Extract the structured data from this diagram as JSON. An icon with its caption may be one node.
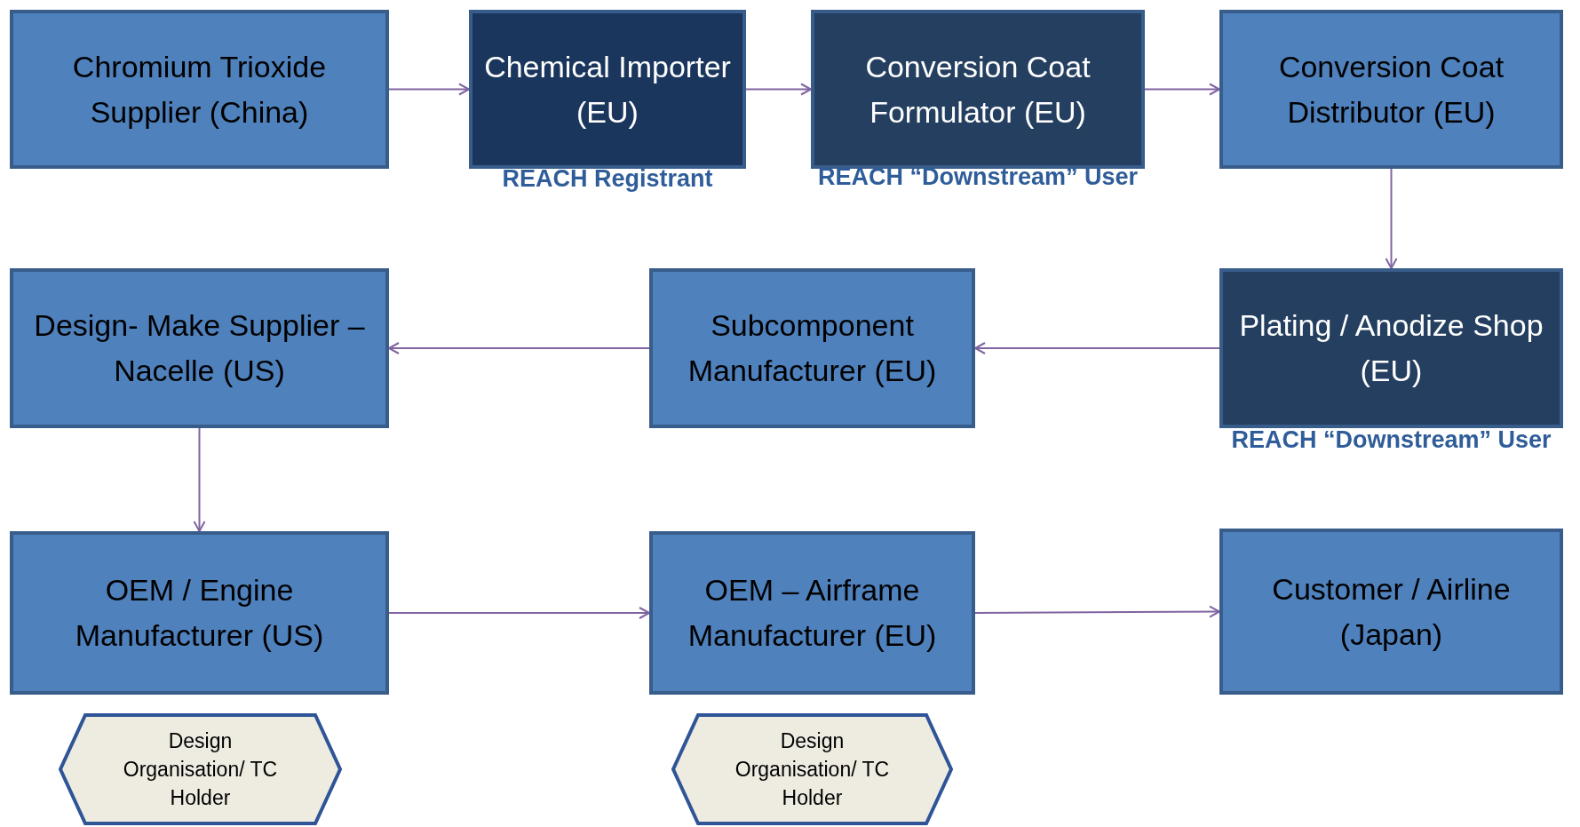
{
  "diagram": {
    "nodes": [
      {
        "text": [
          "Chromium Trioxide Supplier (China)"
        ]
      },
      {
        "text": [
          "Chemical Importer (EU)"
        ],
        "beside": [
          "REACH Registrant"
        ]
      },
      {
        "text": [
          "Conversion Coat Formulator (EU)"
        ],
        "beside": [
          "REACH “Downstream” User"
        ]
      },
      {
        "text": [
          "Conversion Coat Distributor (EU)"
        ]
      },
      {
        "text": [
          "Design- Make Supplier – Nacelle (US)"
        ]
      },
      {
        "text": [
          "Subcomponent Manufacturer (EU)"
        ]
      },
      {
        "text": [
          "Plating / Anodize Shop (EU)"
        ],
        "beside": [
          "REACH “Downstream” User"
        ]
      },
      {
        "text": [
          "OEM / Engine Manufacturer (US)"
        ]
      },
      {
        "text": [
          "OEM – Airframe Manufacturer (EU)"
        ]
      },
      {
        "text": [
          "Customer / Airline (Japan)"
        ]
      },
      {
        "text": [
          "Design Organisation/ TC Holder"
        ]
      },
      {
        "text": [
          "Design Organisation/ TC Holder"
        ]
      }
    ],
    "edges": [
      {
        "from": 0,
        "to": 1,
        "arrow": "to"
      },
      {
        "from": 1,
        "to": 2,
        "arrow": "to"
      },
      {
        "from": 2,
        "to": 3,
        "arrow": "to"
      },
      {
        "from": 3,
        "to": 6,
        "arrow": "to"
      },
      {
        "from": 6,
        "to": 5,
        "arrow": "to"
      },
      {
        "from": 5,
        "to": 4,
        "arrow": "to"
      },
      {
        "from": 4,
        "to": 7,
        "arrow": "to"
      },
      {
        "from": 7,
        "to": 8,
        "arrow": "to"
      },
      {
        "from": 8,
        "to": 9,
        "arrow": "to"
      }
    ]
  }
}
